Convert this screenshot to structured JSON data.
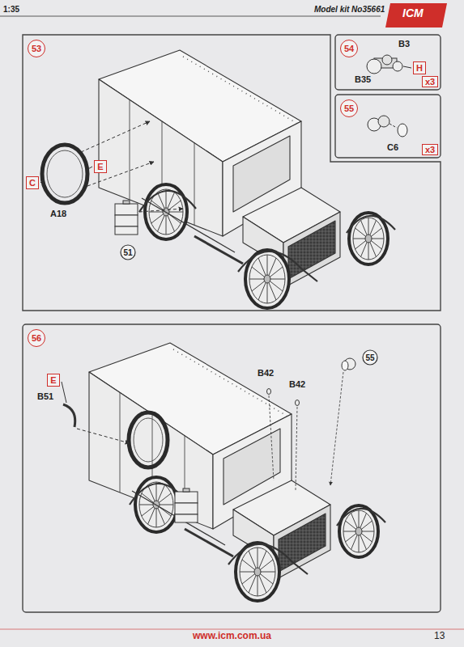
{
  "diagram": {
    "nodes": [
      {
        "text": [
          "53"
        ]
      },
      {
        "text": [
          "C"
        ],
        "in": 0
      },
      {
        "text": [
          "E"
        ],
        "in": 0
      },
      {
        "text": [
          "51"
        ],
        "in": 0
      },
      {
        "text": [
          "54"
        ]
      },
      {
        "text": [
          "H"
        ],
        "in": 4
      },
      {
        "text": [
          "x3"
        ],
        "in": 4
      },
      {
        "text": [
          "55"
        ]
      },
      {
        "text": [
          "x3"
        ],
        "in": 7
      },
      {
        "text": [
          "56"
        ]
      },
      {
        "text": [
          "E"
        ],
        "in": 9
      },
      {
        "text": [
          "55"
        ],
        "in": 9
      }
    ],
    "labels": [
      "1:35",
      "Model kit No35661",
      "ICM",
      "A18",
      "B3",
      "B35",
      "C6",
      "B42",
      "B42",
      "B51",
      "www.icm.com.ua",
      "13"
    ]
  }
}
